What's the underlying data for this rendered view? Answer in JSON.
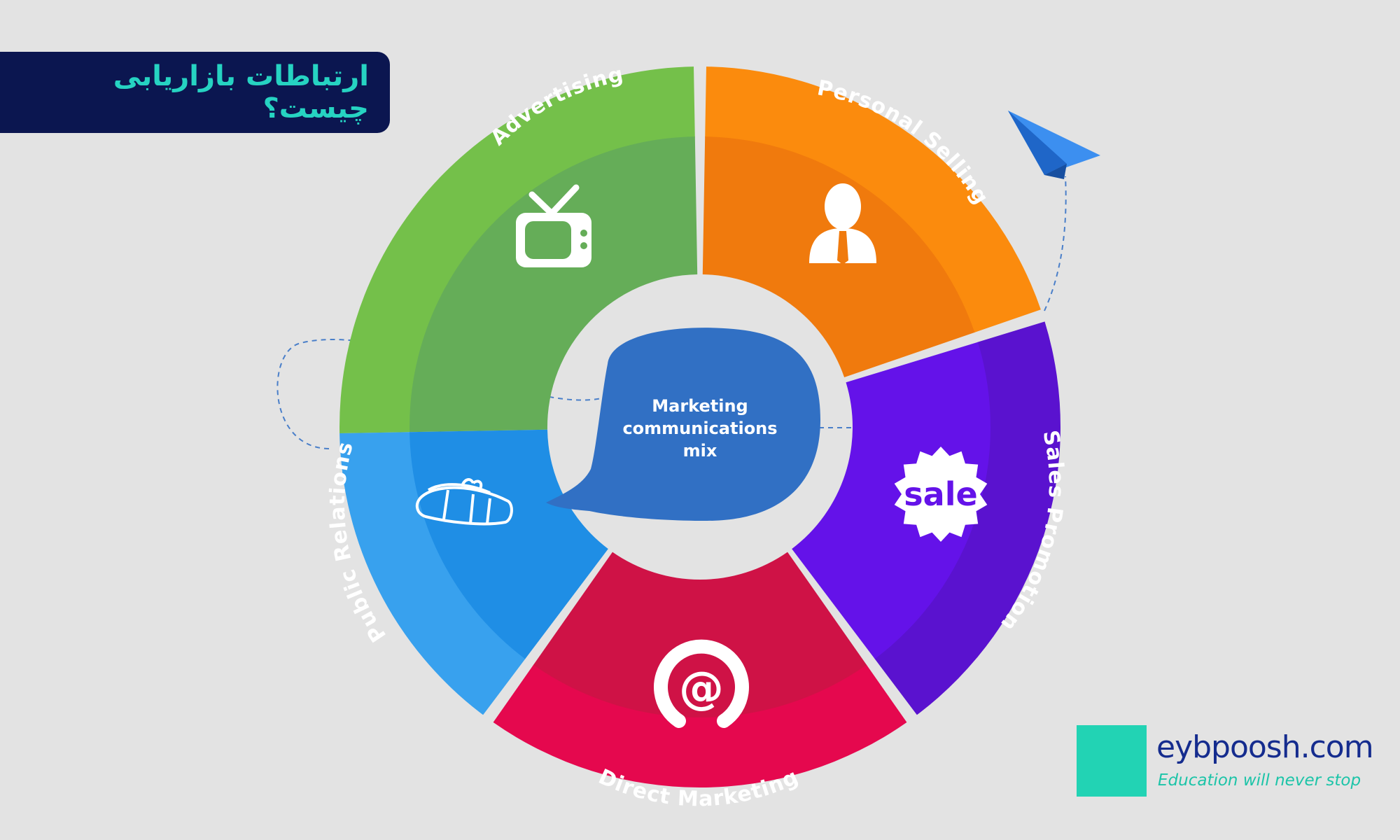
{
  "title": "ارتباطات بازاریابی چیست؟",
  "center_label": [
    "Marketing",
    "communications",
    "mix"
  ],
  "segments": [
    {
      "label": "Advertising",
      "icon": "tv-icon",
      "color": "#65ad58",
      "rim": "#74c04a"
    },
    {
      "label": "Personal Selling",
      "icon": "businessman-icon",
      "color": "#f07a0d",
      "rim": "#fb8b0d"
    },
    {
      "label": "Sales Promotion",
      "icon": "sale-badge-icon",
      "badge_text": "sale",
      "color": "#6412e9",
      "rim": "#5a12cf"
    },
    {
      "label": "Direct Marketing",
      "icon": "at-sign-icon",
      "color": "#cf1246",
      "rim": "#e5084e"
    },
    {
      "label": "Public Relations",
      "icon": "newspaper-icon",
      "color": "#1f8ee5",
      "rim": "#38a1ee"
    }
  ],
  "colors": {
    "background": "#e3e3e3",
    "bubble": "#3170c4",
    "banner": "#0b1650",
    "title_text": "#26d3c2",
    "dashed_line": "#4a7fc9",
    "plane": "#3c8ff0"
  },
  "logo": {
    "domain": "eybpoosh.com",
    "tagline": "Education will never stop"
  }
}
